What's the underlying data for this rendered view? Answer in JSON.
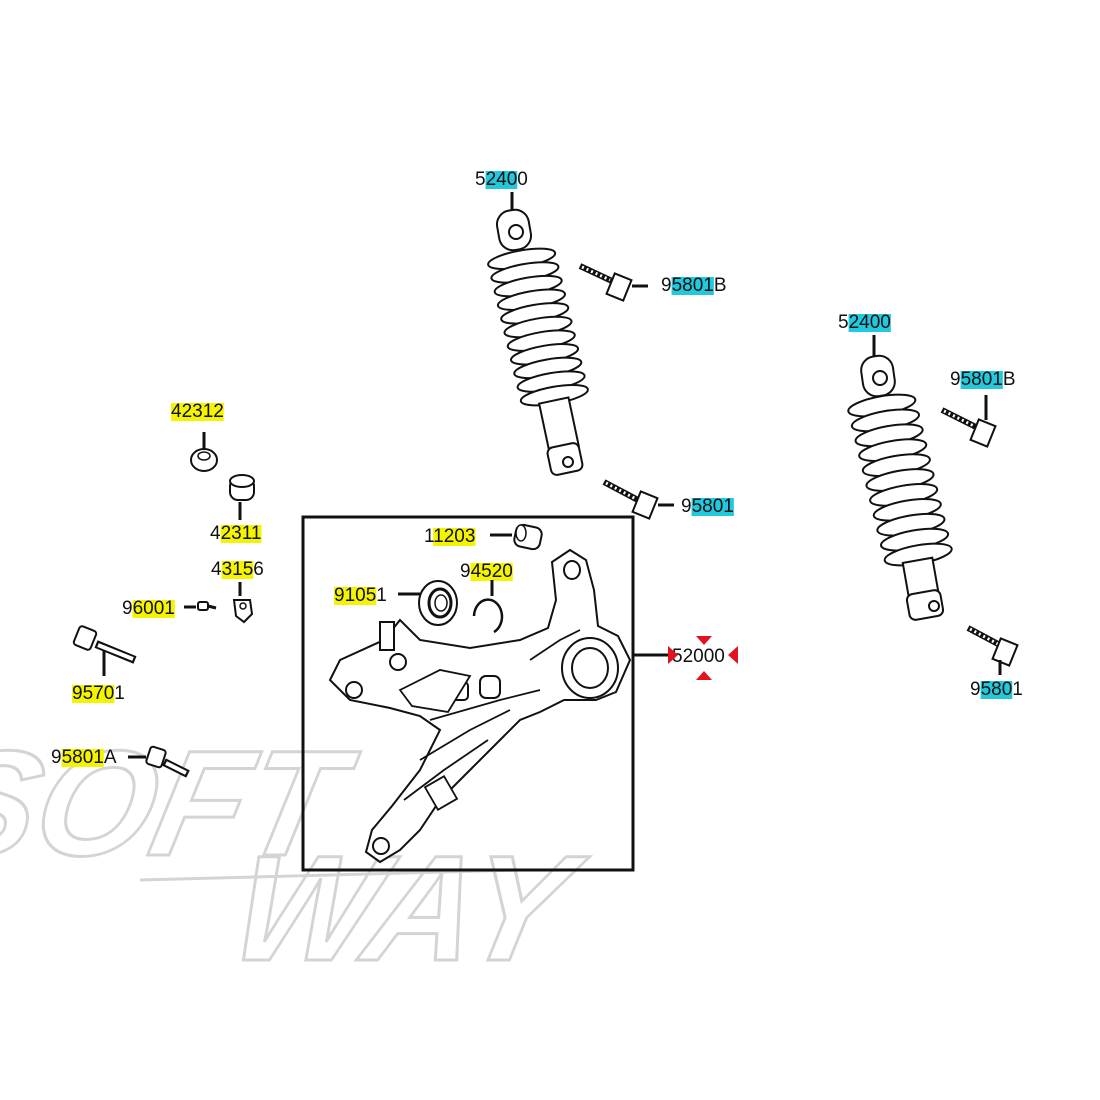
{
  "watermark": {
    "line1": "SOFT",
    "line2": "WAY"
  },
  "colors": {
    "yellow": "#f4f400",
    "cyan": "#22c8dc",
    "red": "#e0141e",
    "line": "#111111"
  },
  "labels": {
    "shock_left": "52400",
    "bolt_left_top": "95801B",
    "bolt_left_bottom": "95801",
    "shock_right": "52400",
    "bolt_right_top": "95801B",
    "bolt_right_bottom": "95801",
    "bush_a": "42312",
    "bush_b": "42311",
    "clip": "43156",
    "screw": "96001",
    "bolt_long": "95701",
    "bolt_a": "95801A",
    "bush_c": "11203",
    "bearing": "91051",
    "circlip": "94520",
    "swingarm": "52000"
  }
}
